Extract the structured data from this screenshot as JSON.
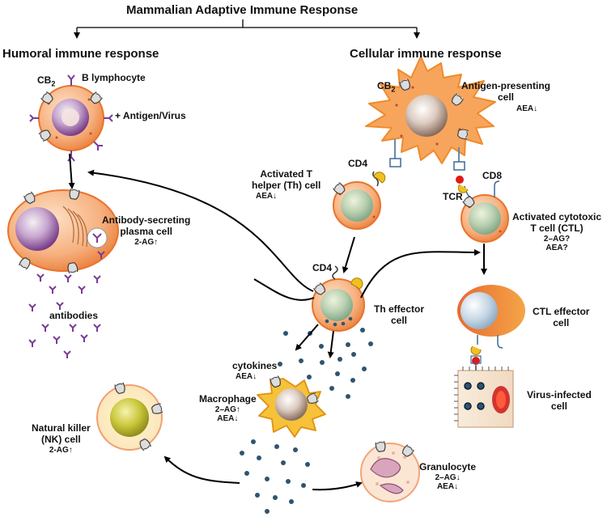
{
  "title": "Mammalian Adaptive Immune Response",
  "humoral": {
    "heading": "Humoral immune response",
    "cb2": "CB",
    "cb2_sub": "2",
    "b_lymphocyte": "B lymphocyte",
    "antigen": "+ Antigen/Virus",
    "plasma_l1": "Antibody-secreting",
    "plasma_l2": "plasma cell",
    "plasma_effect": "2-AG↑",
    "antibodies": "antibodies"
  },
  "cellular": {
    "heading": "Cellular immune response",
    "cb2": "CB",
    "cb2_sub": "2",
    "apc_l1": "Antigen-presenting",
    "apc_l2": "cell",
    "apc_effect": "AEA↓",
    "cd4": "CD4",
    "th_l1": "Activated T",
    "th_l2": "helper (Th)  cell",
    "th_effect": "AEA↓",
    "cd8": "CD8",
    "tcr": "TCR",
    "ctl_l1": "Activated cytotoxic",
    "ctl_l2": "T cell (CTL)",
    "ctl_effect1": "2–AG?",
    "ctl_effect2": "AEA?",
    "cd4_effector": "CD4",
    "th_effector_l1": "Th effector",
    "th_effector_l2": "cell",
    "ctl_effector_l1": "CTL effector",
    "ctl_effector_l2": "cell",
    "virus_l1": "Virus-infected",
    "virus_l2": "cell"
  },
  "innate": {
    "cytokines": "cytokines",
    "cytokines_effect": "AEA↓",
    "macrophage": "Macrophage",
    "macrophage_effect1": "2–AG↑",
    "macrophage_effect2": "AEA↓",
    "nk_l1": "Natural killer",
    "nk_l2": "(NK)  cell",
    "nk_effect": "2-AG↑",
    "granulocyte": "Granulocyte",
    "granulocyte_effect1": "2–AG↓",
    "granulocyte_effect2": "AEA↓"
  },
  "colors": {
    "cell_membrane": "#e8742c",
    "cell_body": "#f6b07e",
    "nucleus_green": "#9fc3a5",
    "b_nucleus": "#7a2f8a",
    "apc_body": "#f7a55c",
    "macrophage_body": "#f5c23a",
    "nk_nucleus": "#b4b525",
    "cytokine_dot": "#2f5470",
    "antibody": "#7b3b96",
    "receptor_yellow": "#f0c020",
    "receptor_red": "#e01818"
  }
}
